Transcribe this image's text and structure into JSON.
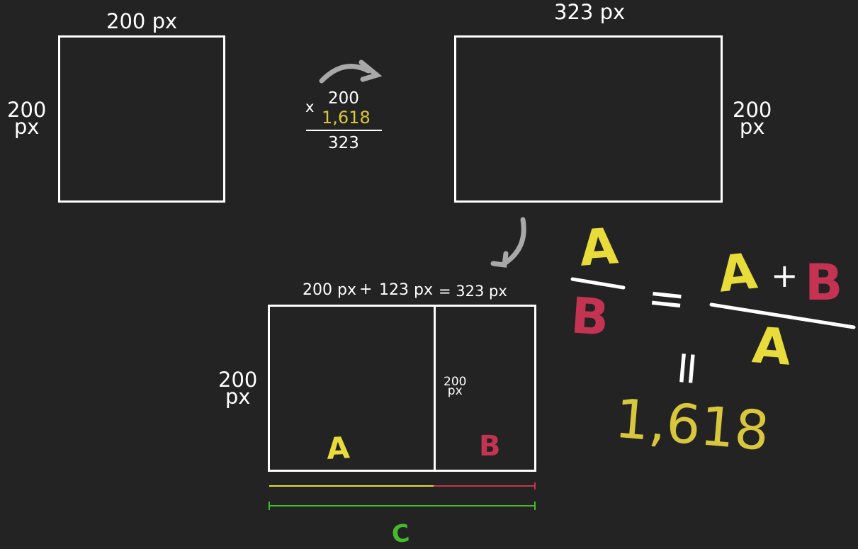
{
  "square": {
    "top_label": "200 px",
    "side_label_num": "200",
    "side_label_unit": "px"
  },
  "calc": {
    "x_sign": "x",
    "multiplicand": "200",
    "factor": "1,618",
    "result": "323"
  },
  "rectangle": {
    "top_label": "323 px",
    "side_label_num": "200",
    "side_label_unit": "px"
  },
  "split": {
    "sum_part1": "200 px",
    "plus": "+",
    "sum_part2": "123 px",
    "equals_total": "= 323 px",
    "side_label_num": "200",
    "side_label_unit": "px",
    "inner_label_num": "200",
    "inner_label_unit": "px",
    "label_a": "A",
    "label_b": "B",
    "label_c": "C"
  },
  "formula": {
    "lhs_num": "A",
    "lhs_den": "B",
    "equals": "=",
    "rhs_num_a": "A",
    "rhs_plus": "+",
    "rhs_num_b": "B",
    "rhs_den": "A",
    "equals_vertical": "=",
    "ratio": "1,618"
  },
  "colors": {
    "background": "#242323",
    "yellow": "#e8dc3a",
    "red": "#c43352",
    "green": "#44bb2a",
    "gold": "#d8c63c",
    "arrow_gray": "#a8a8a8"
  }
}
